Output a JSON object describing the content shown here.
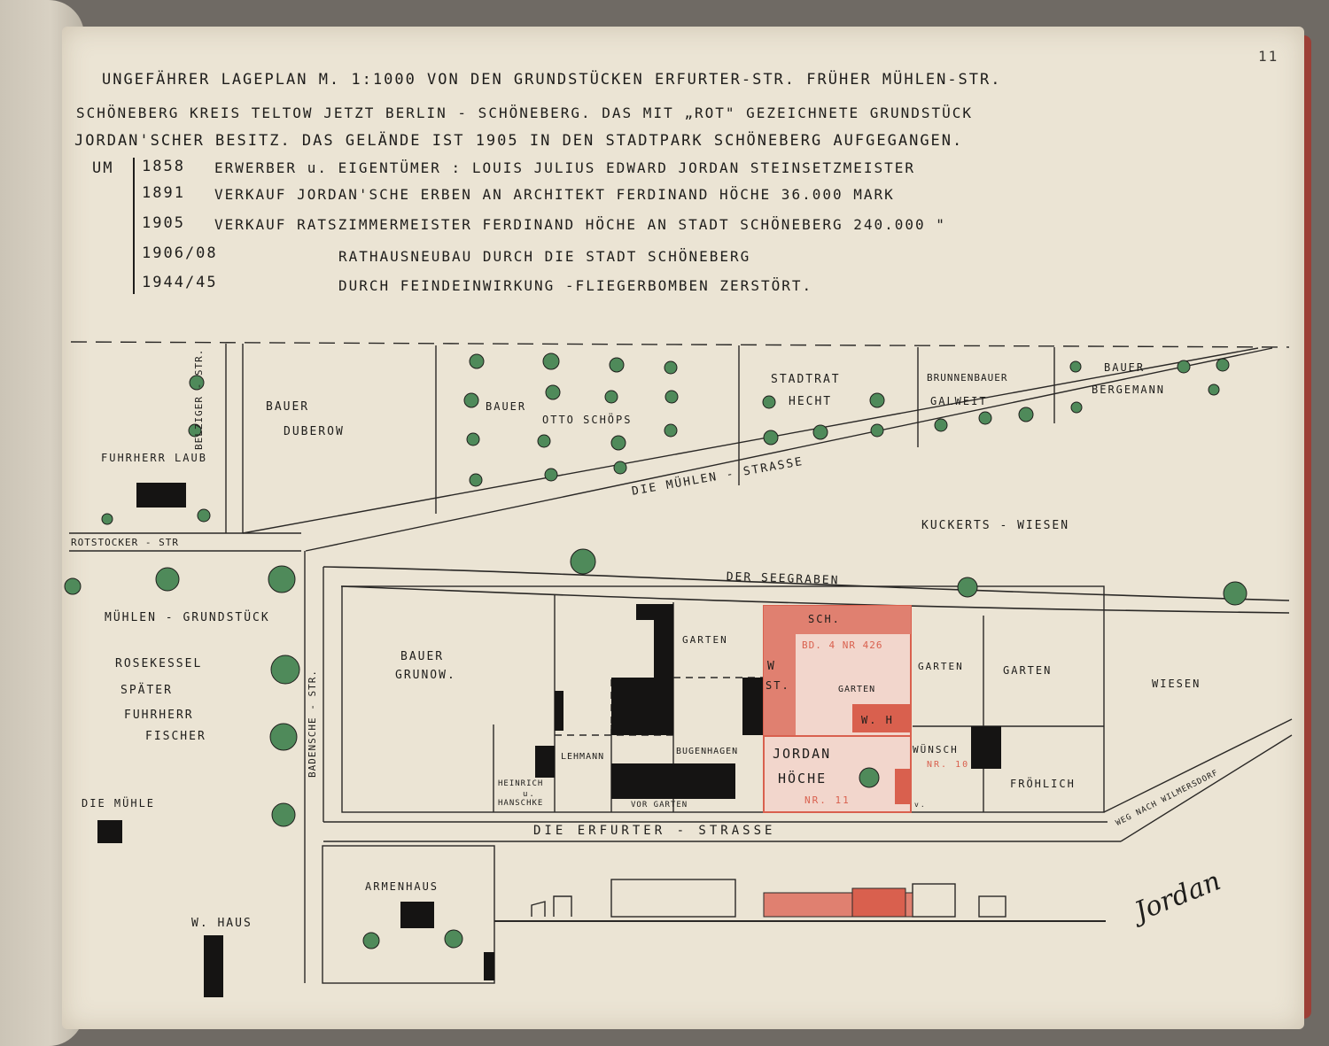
{
  "page_number": "11",
  "header": {
    "line1": "UNGEFÄHRER LAGEPLAN M. 1:1000 VON DEN GRUNDSTÜCKEN ERFURTER-STR. FRÜHER MÜHLEN-STR.",
    "line2": "SCHÖNEBERG KREIS TELTOW JETZT BERLIN - SCHÖNEBERG. DAS MIT „ROT\" GEZEICHNETE GRUNDSTÜCK",
    "line3": "JORDAN'SCHER BESITZ. DAS GELÄNDE IST 1905 IN DEN STADTPARK SCHÖNEBERG AUFGEGANGEN.",
    "um": "UM"
  },
  "history": [
    {
      "year": "1858",
      "text": "ERWERBER u. EIGENTÜMER :      LOUIS JULIUS EDWARD JORDAN      STEINSETZMEISTER"
    },
    {
      "year": "1891",
      "text": "VERKAUF   JORDAN'SCHE ERBEN    AN ARCHITEKT   FERDINAND HÖCHE    36.000 MARK"
    },
    {
      "year": "1905",
      "text": "VERKAUF   RATSZIMMERMEISTER FERDINAND HÖCHE AN STADT SCHÖNEBERG   240.000 \""
    },
    {
      "year": "1906/08",
      "text": "RATHAUSNEUBAU    DURCH DIE    STADT    SCHÖNEBERG"
    },
    {
      "year": "1944/45",
      "text": "DURCH FEINDEINWIRKUNG -FLIEGERBOMBEN    ZERSTÖRT."
    }
  ],
  "labels": {
    "bauer_duberow": "BAUER",
    "duberow": "DUBEROW",
    "bauer_schoeps": "BAUER",
    "otto_schoeps": "OTTO SCHÖPS",
    "stadtrat": "STADTRAT",
    "hecht": "HECHT",
    "brunnenbauer": "BRUNNENBAUER",
    "galweit": "GALWEIT",
    "bauer_bergemann": "BAUER",
    "bergemann": "BERGEMANN",
    "fuhrherr_laub": "FUHRHERR LAUB",
    "belziger_str": "BELZIGER - STR.",
    "rotstocker_str": "ROTSTOCKER - STR",
    "muehlen_strasse": "DIE MÜHLEN - STRASSE",
    "kuckerts_wiesen": "KUCKERTS - WIESEN",
    "seegraben": "DER SEEGRABEN",
    "muehlen_grundstueck": "MÜHLEN - GRUNDSTÜCK",
    "rosekessel": "ROSEKESSEL",
    "spaeter": "SPÄTER",
    "fuhrherr": "FUHRHERR",
    "fischer": "FISCHER",
    "die_muehle": "DIE MÜHLE",
    "w_haus": "W. HAUS",
    "badensche_str": "BADENSCHE - STR.",
    "bauer_grunow": "BAUER",
    "grunow": "GRUNOW.",
    "garten1": "GARTEN",
    "sch": "SCH.",
    "bd_nr": "BD. 4  NR 426",
    "w": "W",
    "st": "ST.",
    "garten_inner": "GARTEN",
    "wh": "W. H",
    "garten2": "GARTEN",
    "garten3": "GARTEN",
    "wiesen": "WIESEN",
    "lehmann": "LEHMANN",
    "bugenhagen": "BUGENHAGEN",
    "jordan": "JORDAN",
    "hoeche": "HÖCHE",
    "nr11": "NR. 11",
    "wuensch": "WÜNSCH",
    "nr10": "NR. 10",
    "froehlich": "FRÖHLICH",
    "heinrich": "HEINRICH",
    "u": "u.",
    "hanschke": "HANSCHKE",
    "vorgarten": "VOR GARTEN",
    "vs": "v.",
    "weg_wilmersdorf": "WEG NACH WILMERSDORF",
    "erfurter_strasse": "DIE ERFURTER - STRASSE",
    "armenhaus": "ARMENHAUS",
    "signature": "Jordan"
  },
  "colors": {
    "paper": "#ebe4d4",
    "ink": "#1e1d1b",
    "red_property": "#e08070",
    "red_building": "#d9604e",
    "tree_green": "#4f8a5a"
  }
}
